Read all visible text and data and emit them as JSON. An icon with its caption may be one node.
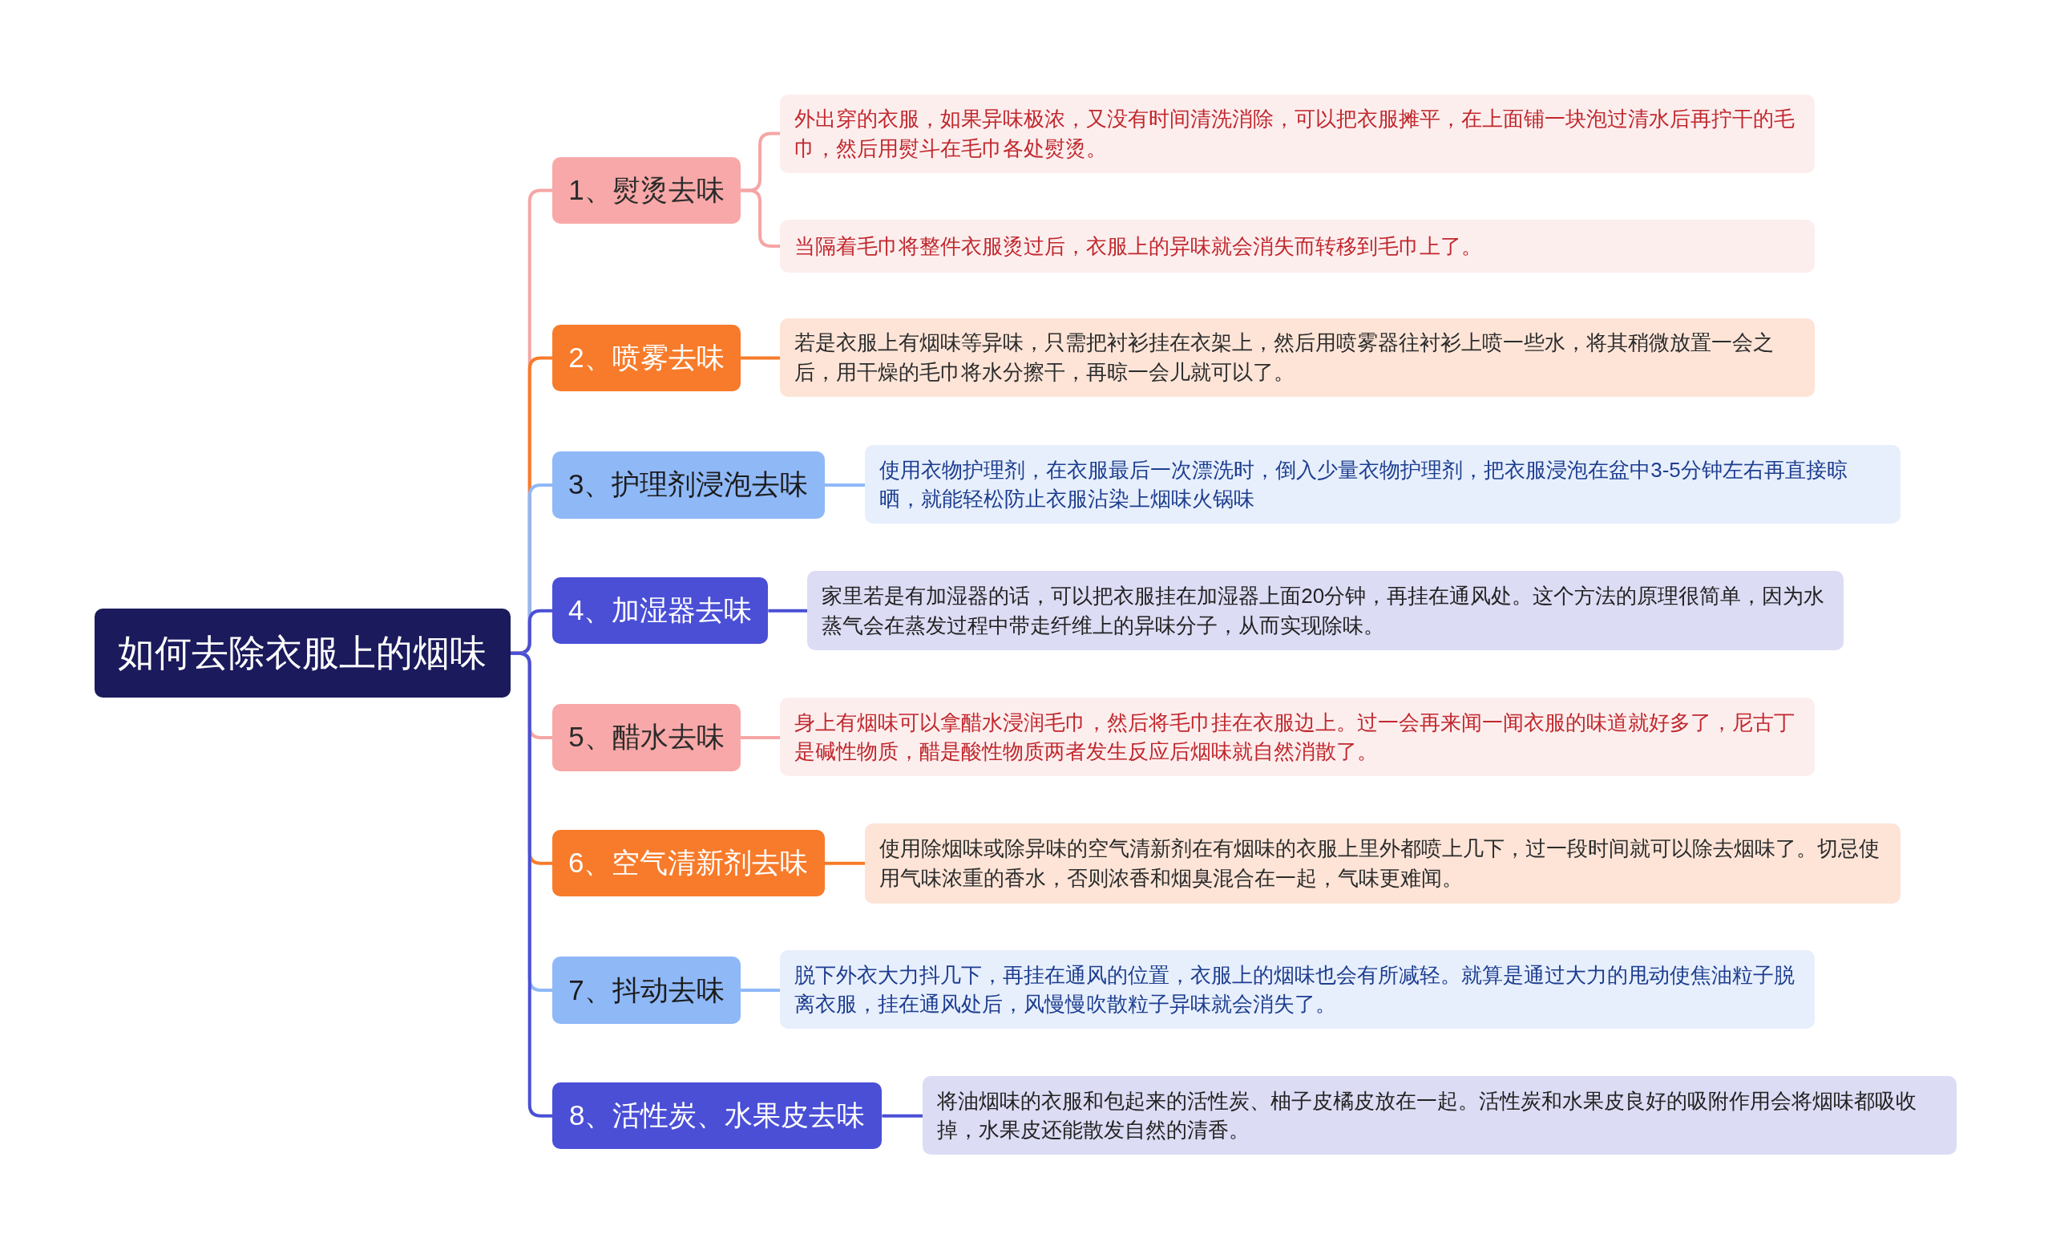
{
  "diagram": {
    "nodes": [
      {
        "text": [
          "如何去除衣服上的烟味"
        ]
      },
      {
        "text": [
          "1、熨烫去味"
        ]
      },
      {
        "text": [
          "外出穿的衣服，如果异味极浓，又没有时间清洗消除，可以把衣服摊平，在上面铺一块泡过清水后再拧干的毛巾，然后用熨斗在毛巾各处熨烫。"
        ]
      },
      {
        "text": [
          "当隔着毛巾将整件衣服烫过后，衣服上的异味就会消失而转移到毛巾上了。"
        ]
      },
      {
        "text": [
          "2、喷雾去味"
        ]
      },
      {
        "text": [
          "若是衣服上有烟味等异味，只需把衬衫挂在衣架上，然后用喷雾器往衬衫上喷一些水，将其稍微放置一会之后，用干燥的毛巾将水分擦干，再晾一会儿就可以了。"
        ]
      },
      {
        "text": [
          "3、护理剂浸泡去味"
        ]
      },
      {
        "text": [
          "使用衣物护理剂，在衣服最后一次漂洗时，倒入少量衣物护理剂，把衣服浸泡在盆中3-5分钟左右再直接晾晒，就能轻松防止衣服沾染上烟味火锅味"
        ]
      },
      {
        "text": [
          "4、加湿器去味"
        ]
      },
      {
        "text": [
          "家里若是有加湿器的话，可以把衣服挂在加湿器上面20分钟，再挂在通风处。这个方法的原理很简单，因为水蒸气会在蒸发过程中带走纤维上的异味分子，从而实现除味。"
        ]
      },
      {
        "text": [
          "5、醋水去味"
        ]
      },
      {
        "text": [
          "身上有烟味可以拿醋水浸润毛巾，然后将毛巾挂在衣服边上。过一会再来闻一闻衣服的味道就好多了，尼古丁是碱性物质，醋是酸性物质两者发生反应后烟味就自然消散了。"
        ]
      },
      {
        "text": [
          "6、空气清新剂去味"
        ]
      },
      {
        "text": [
          "使用除烟味或除异味的空气清新剂在有烟味的衣服上里外都喷上几下，过一段时间就可以除去烟味了。切忌使用气味浓重的香水，否则浓香和烟臭混合在一起，气味更难闻。"
        ]
      },
      {
        "text": [
          "7、抖动去味"
        ]
      },
      {
        "text": [
          "脱下外衣大力抖几下，再挂在通风的位置，衣服上的烟味也会有所减轻。就算是通过大力的甩动使焦油粒子脱离衣服，挂在通风处后，风慢慢吹散粒子异味就会消失了。"
        ]
      },
      {
        "text": [
          "8、活性炭、水果皮去味"
        ]
      },
      {
        "text": [
          "将油烟味的衣服和包起来的活性炭、柚子皮橘皮放在一起。活性炭和水果皮良好的吸附作用会将烟味都吸收掉，水果皮还能散发自然的清香。"
        ]
      }
    ],
    "edges": [
      {
        "from": 0,
        "to": 1,
        "arrow": "none",
        "color": "#f6a5a5"
      },
      {
        "from": 1,
        "to": 2,
        "arrow": "none",
        "color": "#f6a5a5"
      },
      {
        "from": 1,
        "to": 3,
        "arrow": "none",
        "color": "#f6a5a5"
      },
      {
        "from": 0,
        "to": 4,
        "arrow": "none",
        "color": "#f77b2a"
      },
      {
        "from": 4,
        "to": 5,
        "arrow": "none",
        "color": "#f77b2a"
      },
      {
        "from": 0,
        "to": 6,
        "arrow": "none",
        "color": "#8fb8f7"
      },
      {
        "from": 6,
        "to": 7,
        "arrow": "none",
        "color": "#8fb8f7"
      },
      {
        "from": 0,
        "to": 8,
        "arrow": "none",
        "color": "#4a4fd6"
      },
      {
        "from": 8,
        "to": 9,
        "arrow": "none",
        "color": "#4a4fd6"
      },
      {
        "from": 0,
        "to": 10,
        "arrow": "none",
        "color": "#f6a5a5"
      },
      {
        "from": 10,
        "to": 11,
        "arrow": "none",
        "color": "#f6a5a5"
      },
      {
        "from": 0,
        "to": 12,
        "arrow": "none",
        "color": "#f77b2a"
      },
      {
        "from": 12,
        "to": 13,
        "arrow": "none",
        "color": "#f77b2a"
      },
      {
        "from": 0,
        "to": 14,
        "arrow": "none",
        "color": "#8fb8f7"
      },
      {
        "from": 14,
        "to": 15,
        "arrow": "none",
        "color": "#8fb8f7"
      },
      {
        "from": 0,
        "to": 16,
        "arrow": "none",
        "color": "#4a4fd6"
      },
      {
        "from": 16,
        "to": 17,
        "arrow": "none",
        "color": "#4a4fd6"
      }
    ]
  }
}
